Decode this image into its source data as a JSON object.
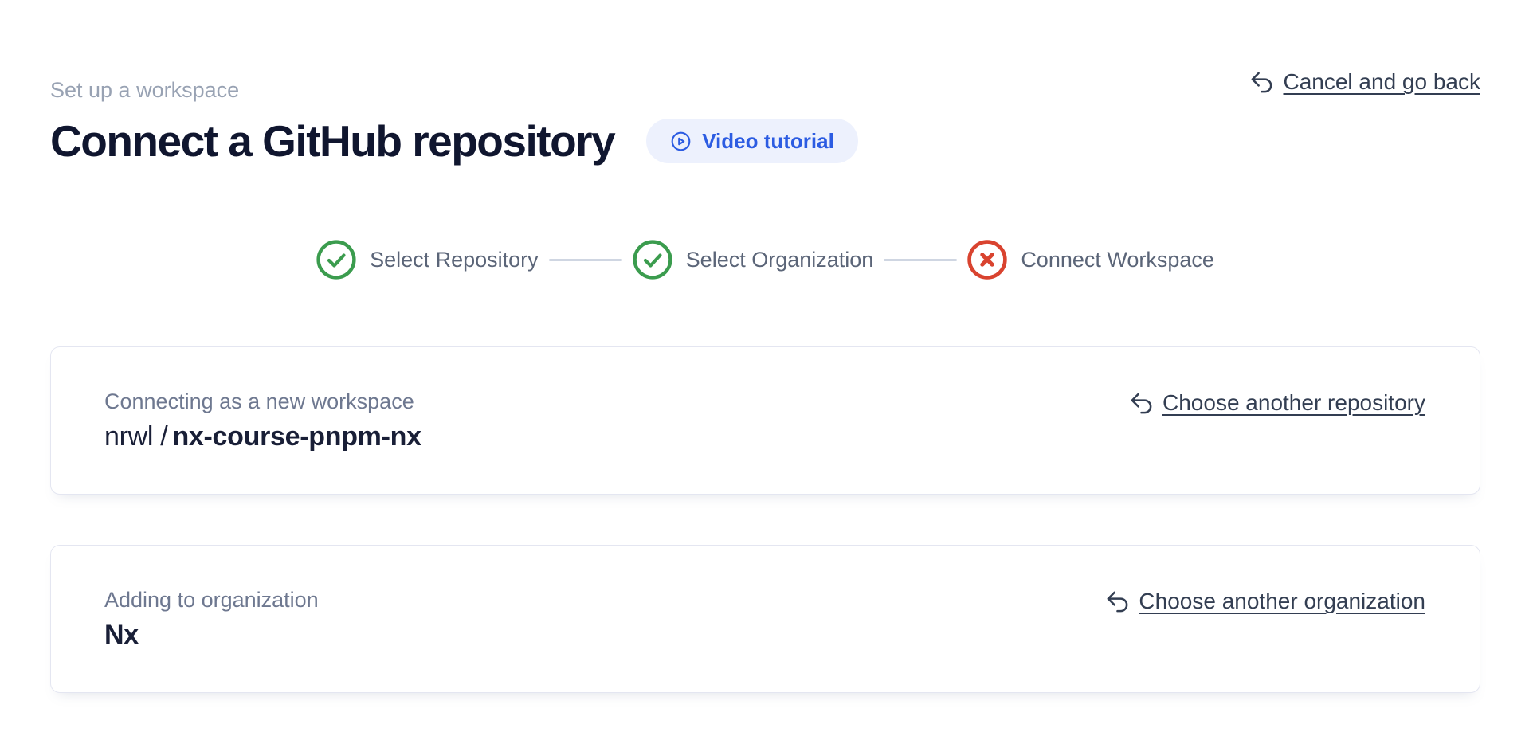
{
  "page": {
    "eyebrow": "Set up a workspace",
    "title": "Connect a GitHub repository",
    "video_tutorial_label": "Video tutorial",
    "cancel_link_label": "Cancel and go back"
  },
  "stepper": {
    "steps": [
      {
        "label": "Select Repository",
        "status": "complete"
      },
      {
        "label": "Select Organization",
        "status": "complete"
      },
      {
        "label": "Connect Workspace",
        "status": "error"
      }
    ]
  },
  "repository_card": {
    "label": "Connecting as a new workspace",
    "owner": "nrwl /",
    "repo": "nx-course-pnpm-nx",
    "change_link_label": "Choose another repository"
  },
  "organization_card": {
    "label": "Adding to organization",
    "name": "Nx",
    "change_link_label": "Choose another organization"
  },
  "colors": {
    "success_green": "#3b9c4e",
    "error_red": "#d9432f",
    "accent_blue": "#2c5ce2"
  }
}
